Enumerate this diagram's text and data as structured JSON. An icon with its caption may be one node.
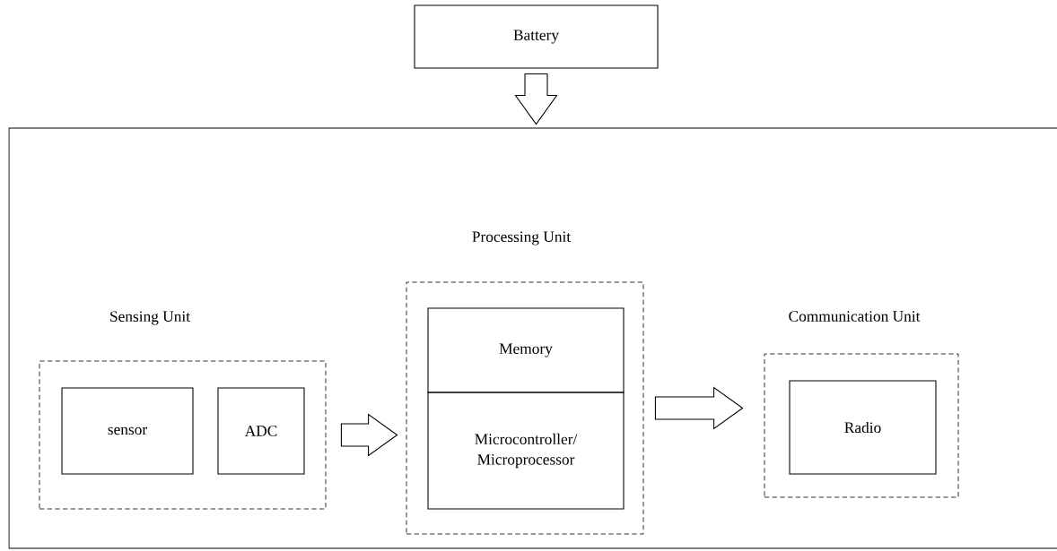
{
  "diagram": {
    "nodes": [
      {
        "text": [
          "Battery"
        ]
      },
      {
        "text": [],
        "shape": "box"
      },
      {
        "text": [
          "Sensing Unit"
        ],
        "in": 1
      },
      {
        "text": [
          "sensor"
        ],
        "in": 2
      },
      {
        "text": [
          "ADC"
        ],
        "in": 2
      },
      {
        "text": [
          "Processing Unit"
        ],
        "in": 1
      },
      {
        "text": [
          "Memory"
        ],
        "in": 5
      },
      {
        "text": [
          "Microcontroller/ Microprocessor"
        ],
        "in": 5
      },
      {
        "text": [
          "Communication Unit"
        ],
        "in": 1
      },
      {
        "text": [
          "Radio"
        ],
        "in": 8
      }
    ],
    "edges": [
      {
        "from": 0,
        "to": 1,
        "arrow": "to"
      },
      {
        "from": 2,
        "to": 5,
        "arrow": "to"
      },
      {
        "from": 5,
        "to": 8,
        "arrow": "to"
      }
    ]
  }
}
